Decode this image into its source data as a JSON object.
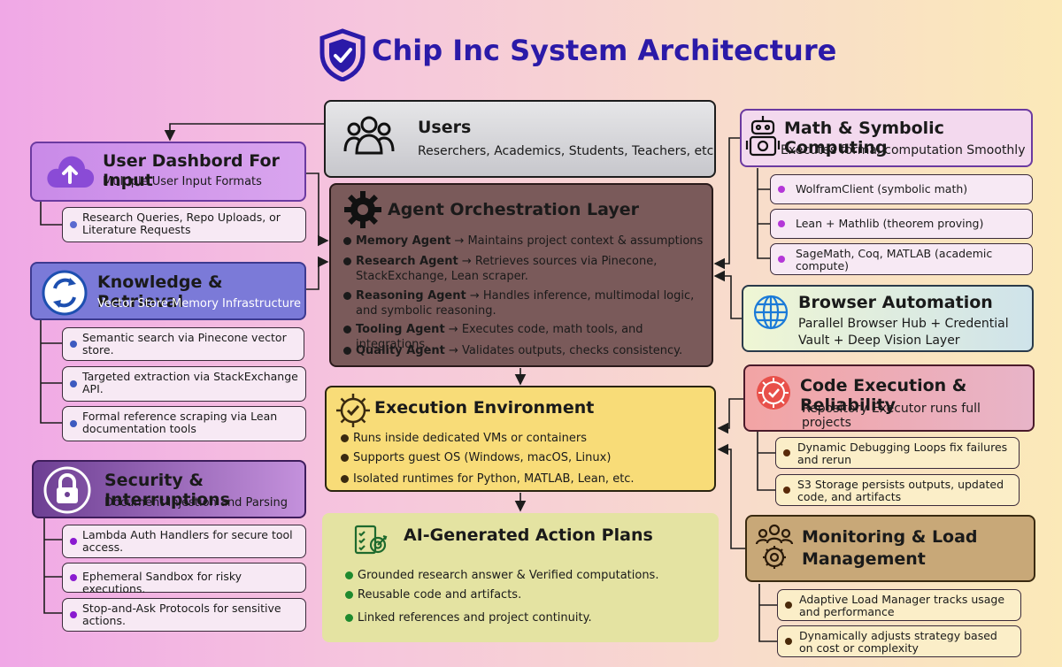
{
  "title": "Chip Inc System Architecture",
  "users": {
    "title": "Users",
    "desc": "Reserchers, Academics, Students, Teachers, etc"
  },
  "dashboard": {
    "title": "User Dashbord For Input",
    "desc": "Multiple User Input Formats",
    "items": [
      "Research Queries, Repo Uploads, or Literature Requests"
    ]
  },
  "knowledge": {
    "title": "Knowledge & Retrieval",
    "desc": "Vector Store Memory Infrastructure",
    "items": [
      "Semantic search via Pinecone vector store.",
      "Targeted extraction via StackExchange API.",
      "Formal reference scraping via Lean documentation tools"
    ]
  },
  "security": {
    "title": "Security & Interruptions",
    "desc": "Document Injestion and Parsing",
    "items": [
      "Lambda Auth Handlers for secure tool access.",
      "Ephemeral Sandbox for risky executions.",
      "Stop-and-Ask Protocols for sensitive actions."
    ]
  },
  "orchestration": {
    "title": "Agent Orchestration Layer",
    "agents": [
      {
        "name": "Memory Agent",
        "text": "→ Maintains project context & assumptions"
      },
      {
        "name": "Research Agent",
        "text": "→ Retrieves sources via Pinecone, StackExchange, Lean scraper."
      },
      {
        "name": "Reasoning Agent",
        "text": "→ Handles inference, multimodal logic, and symbolic reasoning."
      },
      {
        "name": "Tooling Agent",
        "text": "→ Executes code, math tools, and integrations."
      },
      {
        "name": "Quality Agent",
        "text": "→ Validates outputs, checks consistency."
      }
    ]
  },
  "execution": {
    "title": "Execution Environment",
    "items": [
      "Runs inside dedicated VMs or containers",
      "Supports guest OS (Windows, macOS, Linux)",
      "Isolated runtimes for Python, MATLAB, Lean, etc."
    ]
  },
  "plans": {
    "title": "AI-Generated Action Plans",
    "items": [
      "Grounded research answer & Verified computations.",
      "Reusable code and artifacts.",
      "Linked references and project continuity."
    ]
  },
  "math": {
    "title": "Math & Symbolic Computing",
    "desc": "Executes formal computation Smoothly",
    "items": [
      "WolframClient (symbolic math)",
      "Lean + Mathlib (theorem proving)",
      "SageMath, Coq, MATLAB (academic compute)"
    ]
  },
  "browser": {
    "title": "Browser Automation",
    "desc": "Parallel Browser Hub + Credential Vault + Deep Vision Layer"
  },
  "code": {
    "title": "Code Execution & Reliability",
    "desc": "Repository Executor runs full projects",
    "items": [
      "Dynamic Debugging Loops fix failures and rerun",
      "S3 Storage persists outputs, updated code, and artifacts"
    ]
  },
  "monitoring": {
    "title": "Monitoring & Load Management",
    "items": [
      "Adaptive Load Manager tracks usage and performance",
      "Dynamically adjusts strategy based on cost or complexity"
    ]
  },
  "icons": [
    "shield-check-icon",
    "users-icon",
    "cloud-upload-icon",
    "sync-icon",
    "padlock-icon",
    "gear-icon",
    "gear-check-icon",
    "checklist-target-icon",
    "robot-icon",
    "globe-icon",
    "gear-shield-icon",
    "team-gear-icon"
  ],
  "colors": {
    "title": "#2b1aa8",
    "orchestration": "#7a5a5a",
    "execution": "#f8dc78",
    "plans": "#e4e3a2"
  }
}
